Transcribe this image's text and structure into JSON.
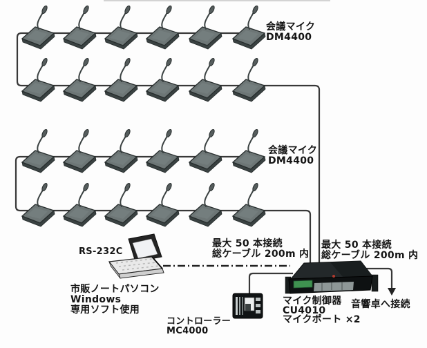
{
  "diagram": {
    "mic_rows": {
      "row_count": 4,
      "mics_per_row": 6,
      "mic_model": "DM4400"
    },
    "labels": {
      "mic_group_1": {
        "lines": [
          "会議マイク",
          "DM4400"
        ]
      },
      "mic_group_2": {
        "lines": [
          "会議マイク",
          "DM4400"
        ]
      },
      "rs232c": "RS-232C",
      "laptop": {
        "lines": [
          "市販ノートパソコン",
          "Windows",
          "専用ソフト使用"
        ]
      },
      "controller": {
        "lines": [
          "コントローラー",
          "MC4000"
        ]
      },
      "max_connect_left": {
        "lines": [
          "最大 50 本接続",
          "総ケーブル 200m 内"
        ]
      },
      "max_connect_right": {
        "lines": [
          "最大 50 本接続",
          "総ケーブル 200m 内"
        ]
      },
      "control_unit": {
        "lines": [
          "マイク制御器",
          "CU4010",
          "マイクポート ×2"
        ]
      },
      "mixer_connection": "音響卓へ接続"
    },
    "colors": {
      "cable": "#383838",
      "dash_cable": "#222222",
      "mic_body": "#6d7676",
      "mic_side": "#3a4242",
      "mic_sheen": "#7c8585",
      "device_black": "#0e1112",
      "device_top": "#23282a",
      "device_strip": "#8e9797",
      "device_green_label": "#3f9150",
      "led_red": "#b03a2e",
      "laptop_screen": "#f1f2f5",
      "laptop_base": "#e9e9e9"
    }
  }
}
